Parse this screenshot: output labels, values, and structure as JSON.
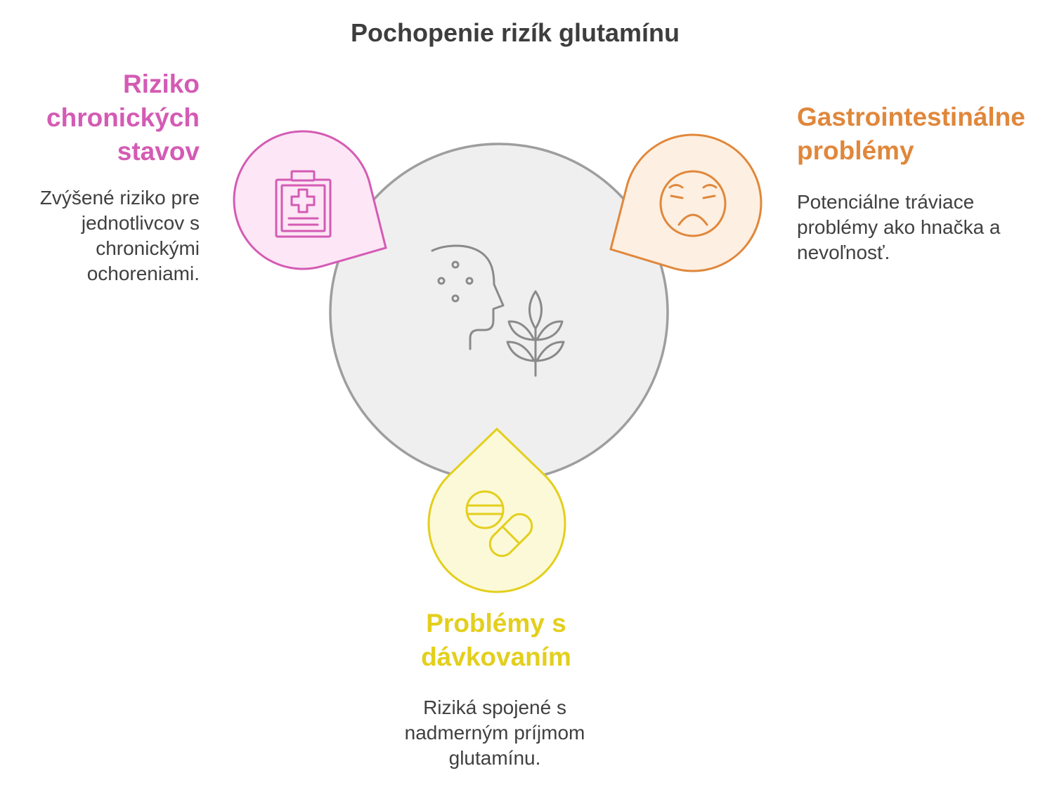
{
  "title": "Pochopenie rizík glutamínu",
  "center": {
    "fill": "#efefef",
    "stroke": "#9e9e9e",
    "icon_color": "#8a8a8a",
    "icons": [
      "head-profile-icon",
      "wheat-icon"
    ]
  },
  "items": [
    {
      "title_lines": [
        "Riziko",
        "chronických",
        "stavov"
      ],
      "description_lines": [
        "Zvýšené riziko pre",
        "jednotlivcov s",
        "chronickými",
        "ochoreniami."
      ],
      "icon": "medical-clipboard-icon",
      "color": "#d45bb4",
      "fill": "#fde6f5"
    },
    {
      "title_lines": [
        "Gastrointestinálne",
        "problémy"
      ],
      "description_lines": [
        "Potenciálne tráviace",
        "problémy ako hnačka a",
        "nevoľnosť."
      ],
      "icon": "sad-face-icon",
      "color": "#e0873b",
      "fill": "#fdefe1"
    },
    {
      "title_lines": [
        "Problémy s",
        "dávkovaním"
      ],
      "description_lines": [
        "Riziká spojené s",
        "nadmerným príjmom",
        "glutamínu."
      ],
      "icon": "pills-icon",
      "color": "#e3cf1c",
      "fill": "#fcf9d8"
    }
  ]
}
